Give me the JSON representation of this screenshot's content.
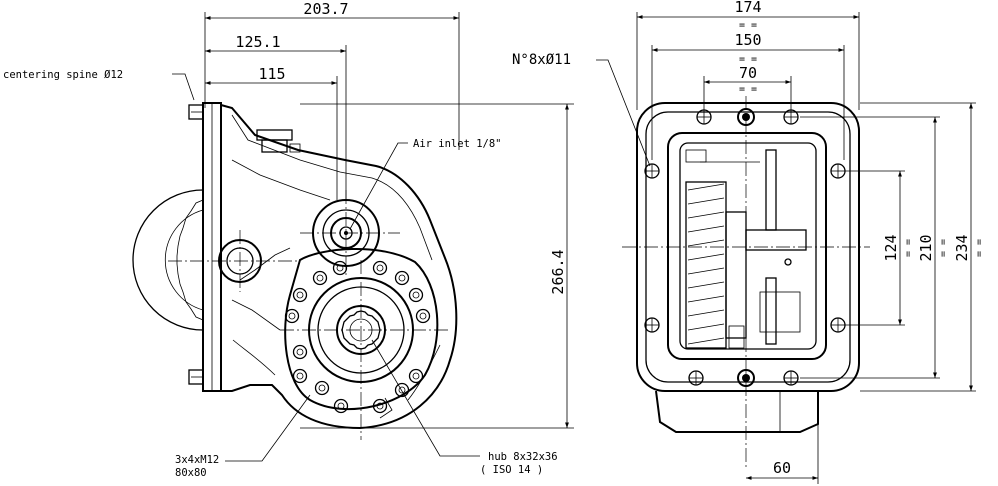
{
  "side_view": {
    "dims": {
      "overall_length": "203.7",
      "center_distance": "125.1",
      "flange_distance": "115",
      "height": "266.4"
    },
    "notes": {
      "centering_spine": "centering spine Ø12",
      "air_inlet": "Air inlet 1/8\"",
      "bolts_line1": "3x4xM12",
      "bolts_line2": "80x80",
      "hub_line1": "hub 8x32x36",
      "hub_line2": "( ISO 14 )"
    }
  },
  "front_view": {
    "dims": {
      "width_outer": "174",
      "width_holes": "150",
      "width_inner": "70",
      "height_inner": "124",
      "height_holes": "210",
      "height_outer": "234",
      "shaft_offset": "60"
    },
    "notes": {
      "holes": "N°8xØ11",
      "equal_mark": "= ="
    }
  }
}
